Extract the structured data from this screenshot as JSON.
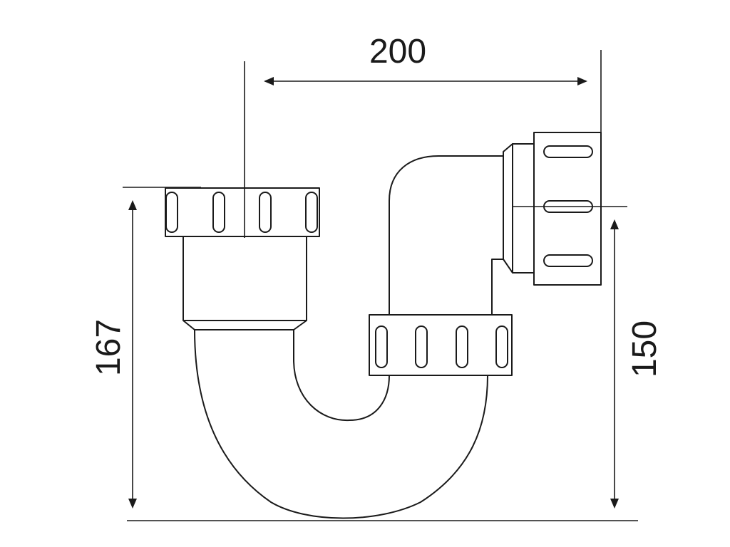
{
  "dimensions": {
    "width_label": "200",
    "height_left_label": "167",
    "height_right_label": "150"
  }
}
